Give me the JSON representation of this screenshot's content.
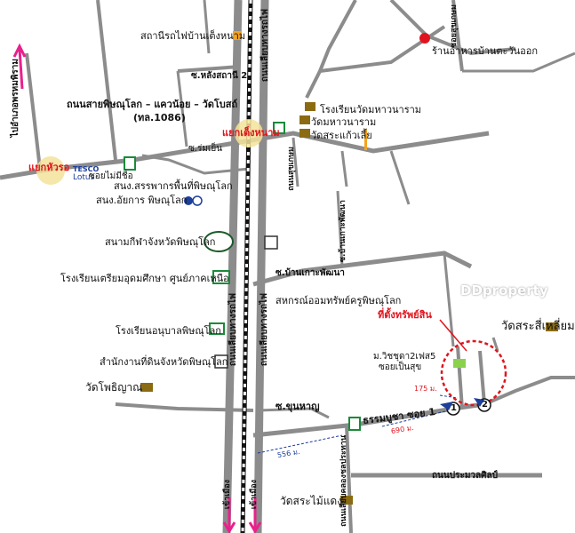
{
  "roads": {
    "sarn_phitsanulok": "ถนนสายพิษณุโลก – แควน้อย – วัดโบสถ์",
    "route_code": "(ทล.1086)",
    "soi_lang_station": "ซ.หลังสถานี 2",
    "soi_rom_yen": "ซ.ร่มเย็น",
    "soi_mai_mi_chue": "ซอยไม่มีชื่อ",
    "soi_baan_kao": "ซ.บ้านเกาะพัฒนา",
    "soi_khun_han": "ซ.ขุนหาญ",
    "thammabucha_soi1": "ธรรมบูชา ซอย 1",
    "soi_pen_suk": "ซอยเป็นสุข",
    "thanon_prasat_sin": "ถนนประมวลศิลป์",
    "left_vertical": "ไปอำเภอพรหมพิราม",
    "main_vertical_top": "ถนนเลียบทางรถไฟ",
    "main_vertical_mid": "ถนนเลียบทางรถไฟ",
    "right_vertical": "ถนนเลียบทางรถไฟ",
    "soi_right_mid": "ถนนสุขเกษม",
    "bottom_vertical": "ถนนเลียบคลองชลประทาน",
    "arrow_left_bottom": "เข้าเมือง",
    "arrow_right_bottom": "เข้าเมือง",
    "top_right_vertical": "ซอยสุขเกษม"
  },
  "junctions": {
    "yaek_hua_rua": "แยกหัวรอ",
    "yaek_tung_nam": "แยกเต็งหนาม"
  },
  "places": {
    "station": "สถานีรถไฟบ้านเต็งหนาม",
    "restaurant": "ร้านอาหารบ้านตะวันออก",
    "school_mahawanaram": "โรงเรียนวัดมหาวนาราม",
    "wat_mahawanaram": "วัดมหาวนาราม",
    "wat_sraka": "วัดสระแก้วเลี้ย",
    "revenue": "สนง.สรรพากรพื้นที่พิษณุโลก",
    "attorney": "สนง.อัยการ พิษณุโลก",
    "stadium": "สนามกีฬาจังหวัดพิษณุโลก",
    "cooperative": "สหกรณ์ออมทรัพย์ครูพิษณุโลก",
    "triam_school": "โรงเรียนเตรียมอุดมศึกษา ศูนย์ภาคเหนือ",
    "property_label": "ที่ตั้งทรัพย์สิน",
    "village": "ม.วิชชุดา2เฟส5",
    "wat_sra_si_liam": "วัดสระสี่เหลี่ยม",
    "kindergarten": "โรงเรียนอนุบาลพิษณุโลก",
    "land_office": "สำนักงานที่ดินจังหวัดพิษณุโลก",
    "wat_pho_yan": "วัดโพธิญาณ",
    "wat_sra_mai_daeng": "วัดสระไม้แดง",
    "tesco": "TESCO",
    "lotus": "Lotus"
  },
  "distances": {
    "d175": "175 ม.",
    "d690": "690 ม.",
    "d556": "556 ม."
  },
  "markers": {
    "m1": "1",
    "m2": "2"
  },
  "watermark": "DDproperty",
  "colors": {
    "road": "#8c8c8c",
    "rail": "#111111",
    "junction": "#f3e39a",
    "red": "#e0141e",
    "arrow": "#e8218c",
    "blue": "#1c3f9c",
    "orange": "#f4a21e"
  }
}
